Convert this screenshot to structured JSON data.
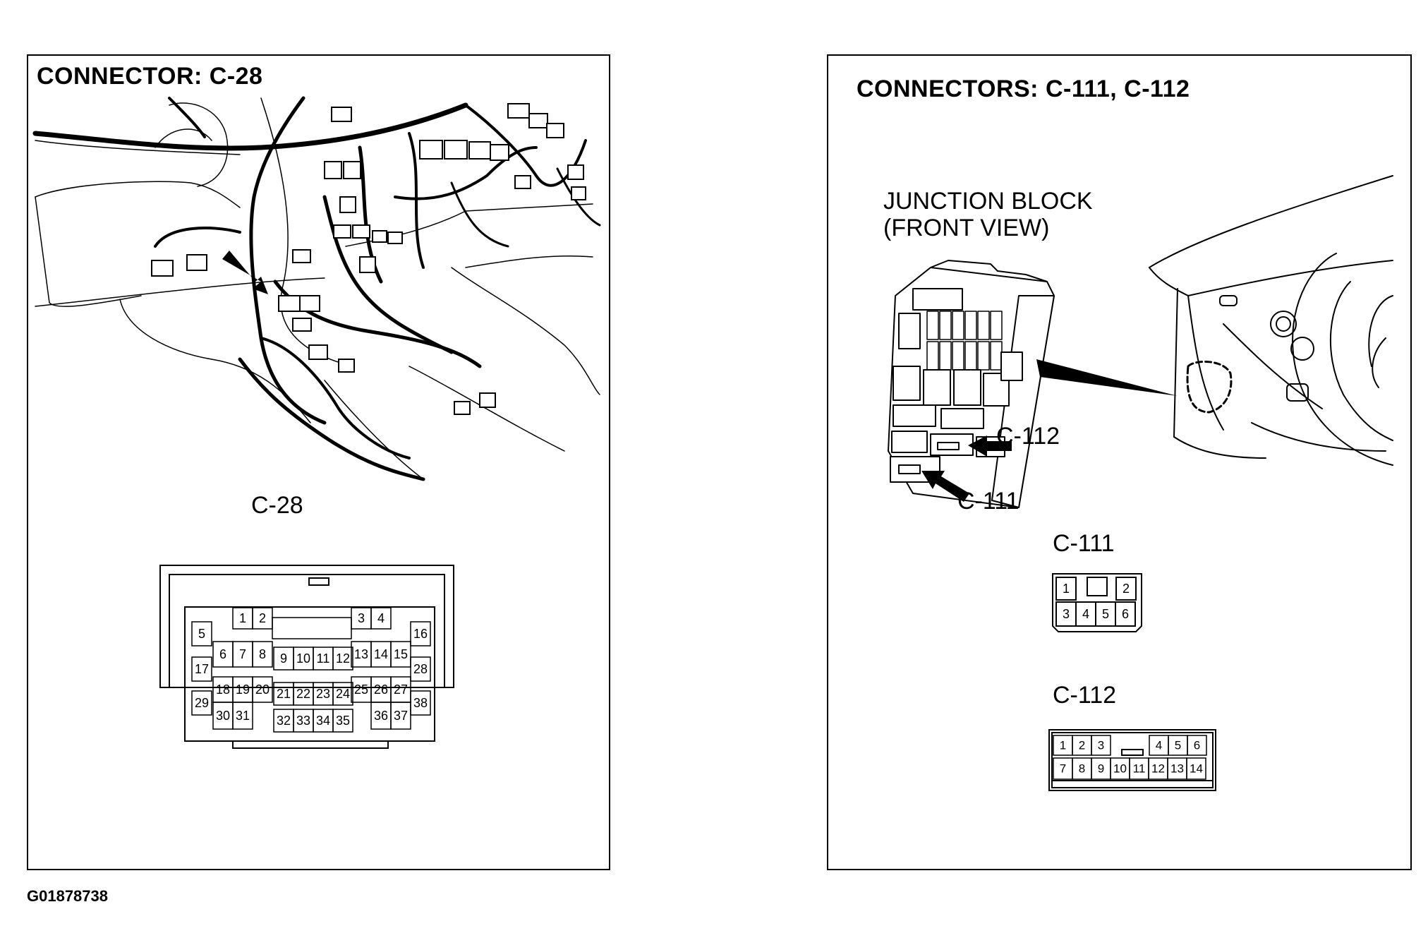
{
  "left_panel": {
    "title": "CONNECTOR: C-28",
    "connector_label": "C-28",
    "pins": [
      "1",
      "2",
      "3",
      "4",
      "5",
      "6",
      "7",
      "8",
      "9",
      "10",
      "11",
      "12",
      "13",
      "14",
      "15",
      "16",
      "17",
      "18",
      "19",
      "20",
      "21",
      "22",
      "23",
      "24",
      "25",
      "26",
      "27",
      "28",
      "29",
      "30",
      "31",
      "32",
      "33",
      "34",
      "35",
      "36",
      "37",
      "38"
    ]
  },
  "right_panel": {
    "title": "CONNECTORS: C-111, C-112",
    "junction_label_line1": "JUNCTION BLOCK",
    "junction_label_line2": "(FRONT VIEW)",
    "callout_c112": "C-112",
    "callout_c111": "C-111",
    "c111_label": "C-111",
    "c111_pins": [
      "1",
      "2",
      "3",
      "4",
      "5",
      "6"
    ],
    "c112_label": "C-112",
    "c112_pins": [
      "1",
      "2",
      "3",
      "4",
      "5",
      "6",
      "7",
      "8",
      "9",
      "10",
      "11",
      "12",
      "13",
      "14"
    ]
  },
  "figure_id": "G01878738"
}
